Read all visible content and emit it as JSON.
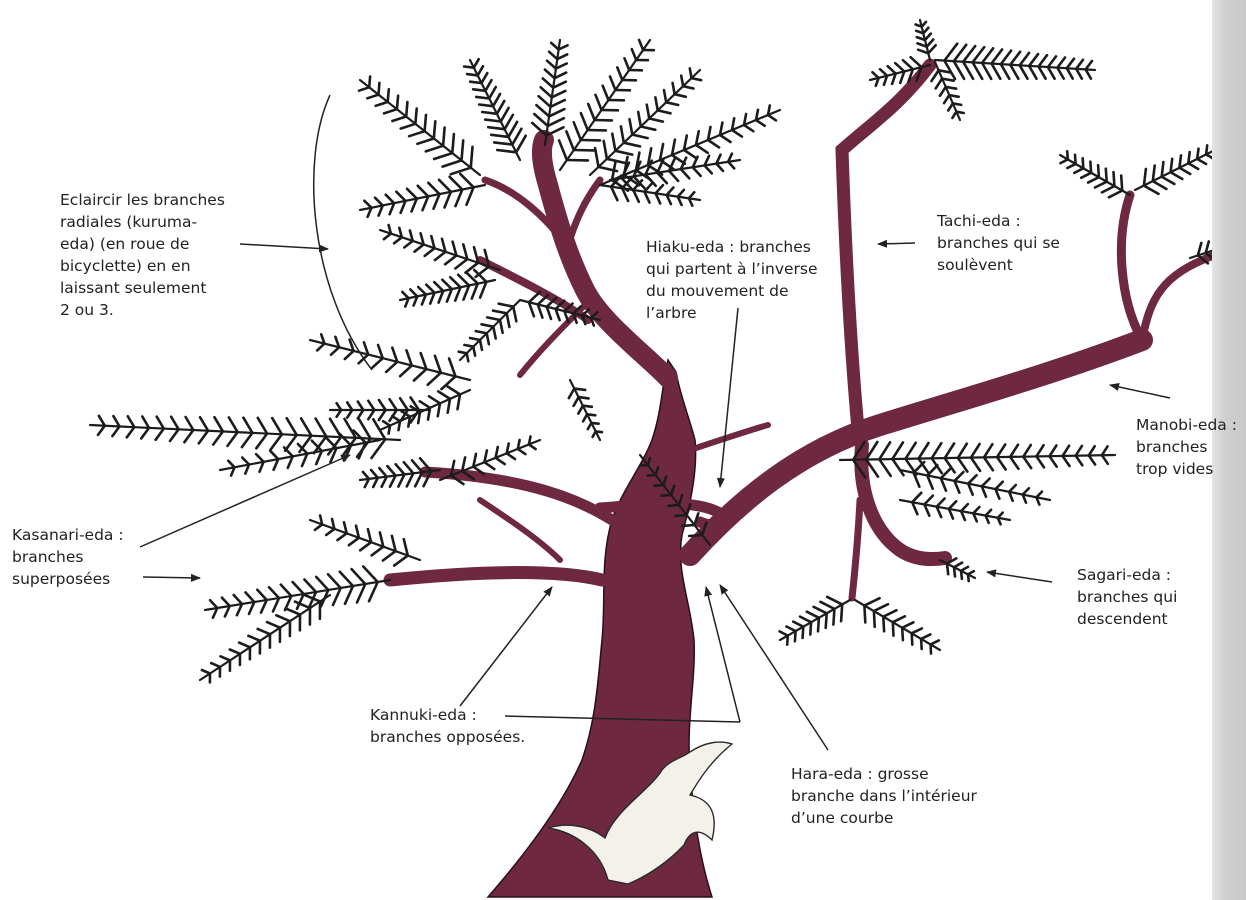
{
  "colors": {
    "trunk": "#6e2840",
    "ink": "#222222",
    "needle": "#1c1c1c",
    "paper": "#ffffff",
    "deadwood": "#f4f1ea"
  },
  "labels": {
    "eclaircir": [
      "Eclaircir les branches",
      "radiales (kuruma-",
      "eda) (en roue de",
      "bicyclette) en en",
      "laissant seulement",
      "2 ou 3."
    ],
    "hiaku": [
      "Hiaku-eda : branches",
      "qui partent à l’inverse",
      "du mouvement de",
      "l’arbre"
    ],
    "tachi": [
      "Tachi-eda :",
      "branches qui se",
      "soulèvent"
    ],
    "manobi": [
      "Manobi-eda :",
      "branches",
      "trop vides"
    ],
    "kasanari": [
      "Kasanari-eda :",
      "branches",
      "superposées"
    ],
    "sagari": [
      "Sagari-eda :",
      "branches qui",
      "descendent"
    ],
    "kannuki": [
      "Kannuki-eda :",
      "branches opposées."
    ],
    "hara": [
      "Hara-eda : grosse",
      "branche dans l’intérieur",
      "d’une courbe"
    ]
  }
}
